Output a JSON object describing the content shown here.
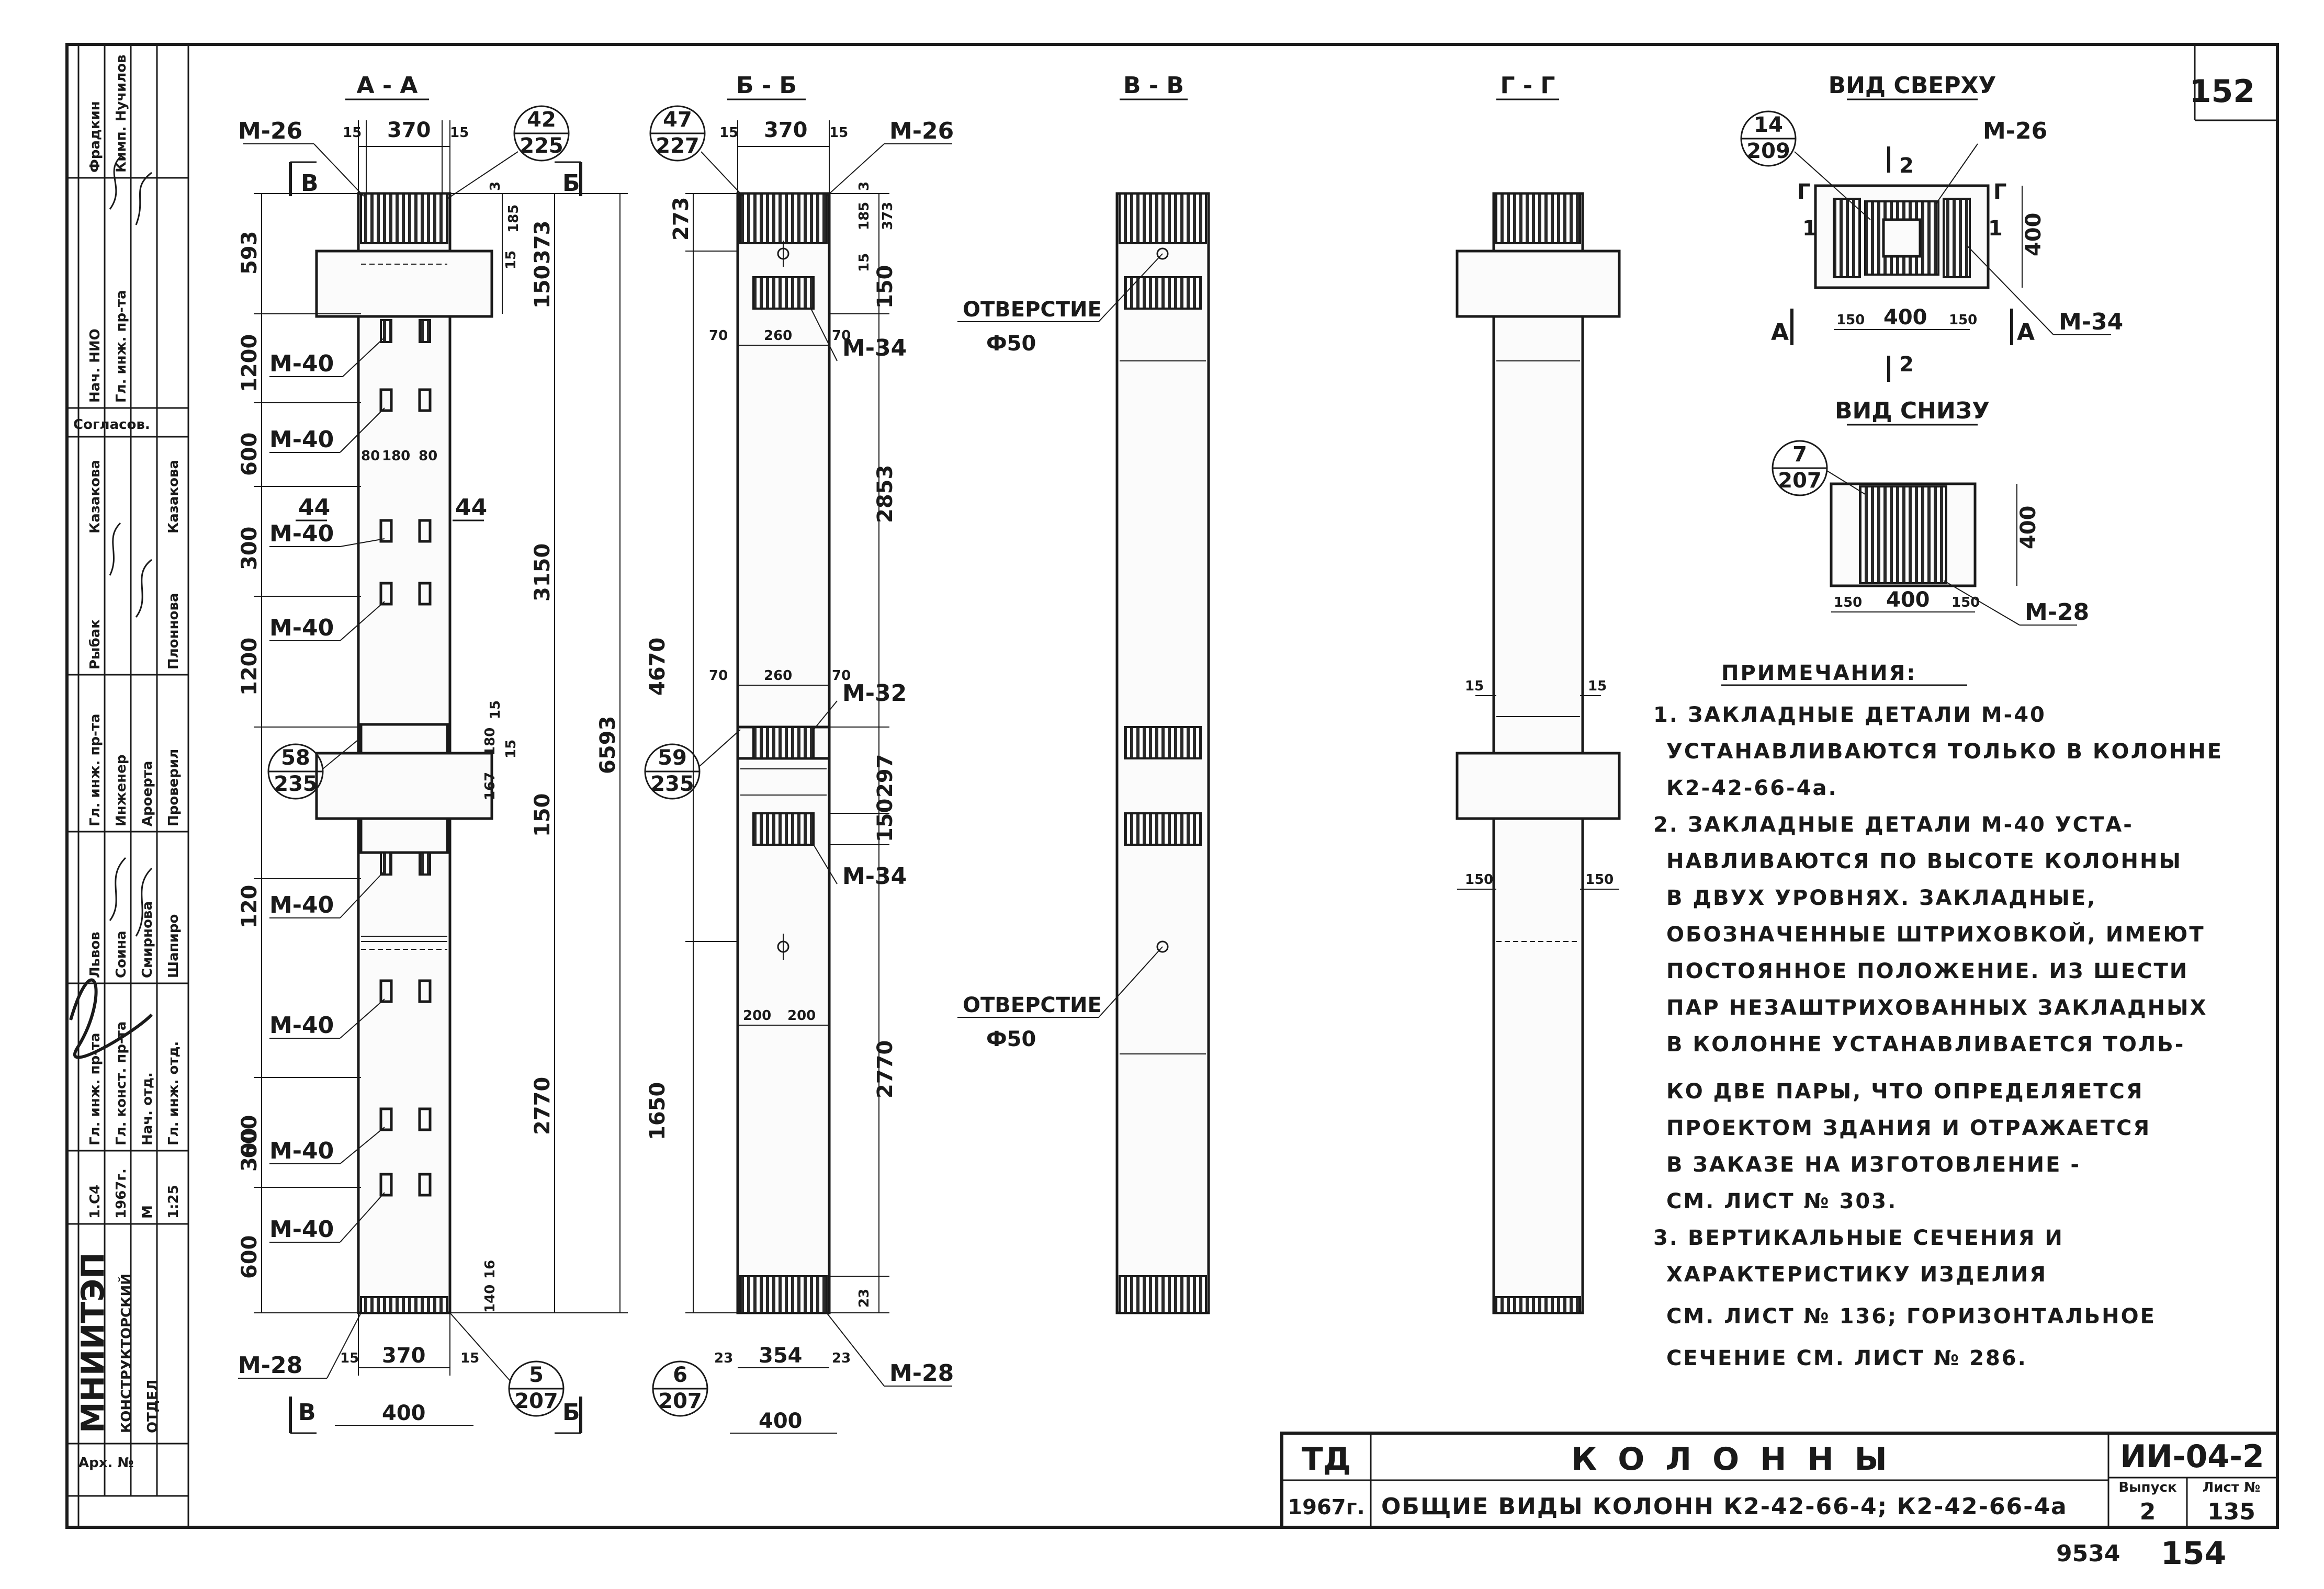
{
  "sheet_number": "152",
  "stamp": {
    "rows": [
      {
        "pos": "Фрадкин",
        "name": "Кимп. Нучилов"
      },
      {
        "pos": "Нач. НИО",
        "name": "Гл. инж. пр-та"
      },
      {
        "pos": "Согласов.",
        "name": ""
      },
      {
        "pos": "Казакова",
        "name": "Казакова"
      },
      {
        "pos": "Рыбак",
        "name": "Плоннова"
      },
      {
        "pos": "Гл. инж. пр-та",
        "name": "Инженер"
      },
      {
        "pos": "Ароерта",
        "name": "Проверил"
      },
      {
        "pos": "Львов",
        "name": "Соина"
      },
      {
        "pos": "Смирнова",
        "name": "Шапиро"
      },
      {
        "pos": "Гл. инж. пр-та",
        "name": "Гл. конст. пр-та"
      },
      {
        "pos": "Нач. отд.",
        "name": "Гл. инж. отд."
      }
    ],
    "series": "1.С4",
    "year": "1967г.",
    "scale_label": "М",
    "scale": "1:25",
    "org": "МНИИТЭП",
    "dept1": "КОНСТРУКТОРСКИЙ",
    "dept2": "ОТДЕЛ",
    "archive": "Арх. №"
  },
  "sections": {
    "a_title": "А - А",
    "b_title": "Б - Б",
    "v_title": "В - В",
    "g_title": "Г - Г",
    "top_title": "ВИД СВЕРХУ",
    "bottom_title": "ВИД СНИЗУ"
  },
  "marks": {
    "m26": "М-26",
    "m40": "М-40",
    "m28": "М-28",
    "m34": "М-34",
    "m32": "М-32",
    "hole": "ОТВЕРСТИЕ",
    "phi50": "Ф50",
    "sec44": "44",
    "sec_v": "В",
    "sec_b": "Б",
    "sec_g": "Г",
    "sec_a": "А",
    "sec_1": "1",
    "sec_2": "2"
  },
  "callouts": [
    {
      "top": "42",
      "bottom": "225"
    },
    {
      "top": "58",
      "bottom": "235"
    },
    {
      "top": "5",
      "bottom": "207"
    },
    {
      "top": "47",
      "bottom": "227"
    },
    {
      "top": "59",
      "bottom": "235"
    },
    {
      "top": "6",
      "bottom": "207"
    },
    {
      "top": "14",
      "bottom": "209"
    },
    {
      "top": "7",
      "bottom": "207"
    }
  ],
  "dims": {
    "d15": "15",
    "d370": "370",
    "d354": "354",
    "d23": "23",
    "d400": "400",
    "d593": "593",
    "d1200": "1200",
    "d600": "600",
    "d300": "300",
    "d185": "185",
    "d3": "3",
    "d373": "373",
    "d150": "150",
    "d3150": "3150",
    "d6593": "6593",
    "d2770": "2770",
    "d16": "16",
    "d140": "140",
    "d167": "167",
    "d180": "180",
    "d80": "80",
    "d273": "273",
    "d70": "70",
    "d260": "260",
    "d2853": "2853",
    "d4670": "4670",
    "d297": "297",
    "d200": "200",
    "d1650": "1650",
    "d1200b": "120"
  },
  "notes": {
    "title": "ПРИМЕЧАНИЯ:",
    "lines": [
      "1. ЗАКЛАДНЫЕ ДЕТАЛИ М-40",
      "УСТАНАВЛИВАЮТСЯ ТОЛЬКО В КОЛОННЕ",
      "К2-42-66-4а.",
      "2. ЗАКЛАДНЫЕ ДЕТАЛИ М-40 УСТА-",
      "НАВЛИВАЮТСЯ ПО ВЫСОТЕ КОЛОННЫ",
      "В ДВУХ УРОВНЯХ. ЗАКЛАДНЫЕ,",
      "ОБОЗНАЧЕННЫЕ ШТРИХОВКОЙ, ИМЕЮТ",
      "ПОСТОЯННОЕ ПОЛОЖЕНИЕ. ИЗ ШЕСТИ",
      "ПАР НЕЗАШТРИХОВАННЫХ ЗАКЛАДНЫХ",
      "В КОЛОННЕ УСТАНАВЛИВАЕТСЯ ТОЛЬ-",
      "КО ДВЕ ПАРЫ, ЧТО ОПРЕДЕЛЯЕТСЯ",
      "ПРОЕКТОМ ЗДАНИЯ И ОТРАЖАЕТСЯ",
      "В ЗАКАЗЕ НА ИЗГОТОВЛЕНИЕ -",
      "СМ. ЛИСТ № 303.",
      "3. ВЕРТИКАЛЬНЫЕ СЕЧЕНИЯ И",
      "ХАРАКТЕРИСТИКУ ИЗДЕЛИЯ",
      "СМ. ЛИСТ № 136; ГОРИЗОНТАЛЬНОЕ",
      "СЕЧЕНИЕ СМ. ЛИСТ № 286."
    ]
  },
  "title_block": {
    "td": "ТД",
    "year": "1967г.",
    "title": "КОЛОННЫ",
    "subtitle": "ОБЩИЕ ВИДЫ КОЛОНН  К2-42-66-4; К2-42-66-4а",
    "code": "ИИ-04-2",
    "issue_label": "Выпуск",
    "issue": "2",
    "sheet_label": "Лист №",
    "sheet": "135"
  },
  "footer": {
    "left": "9534",
    "right": "154"
  }
}
